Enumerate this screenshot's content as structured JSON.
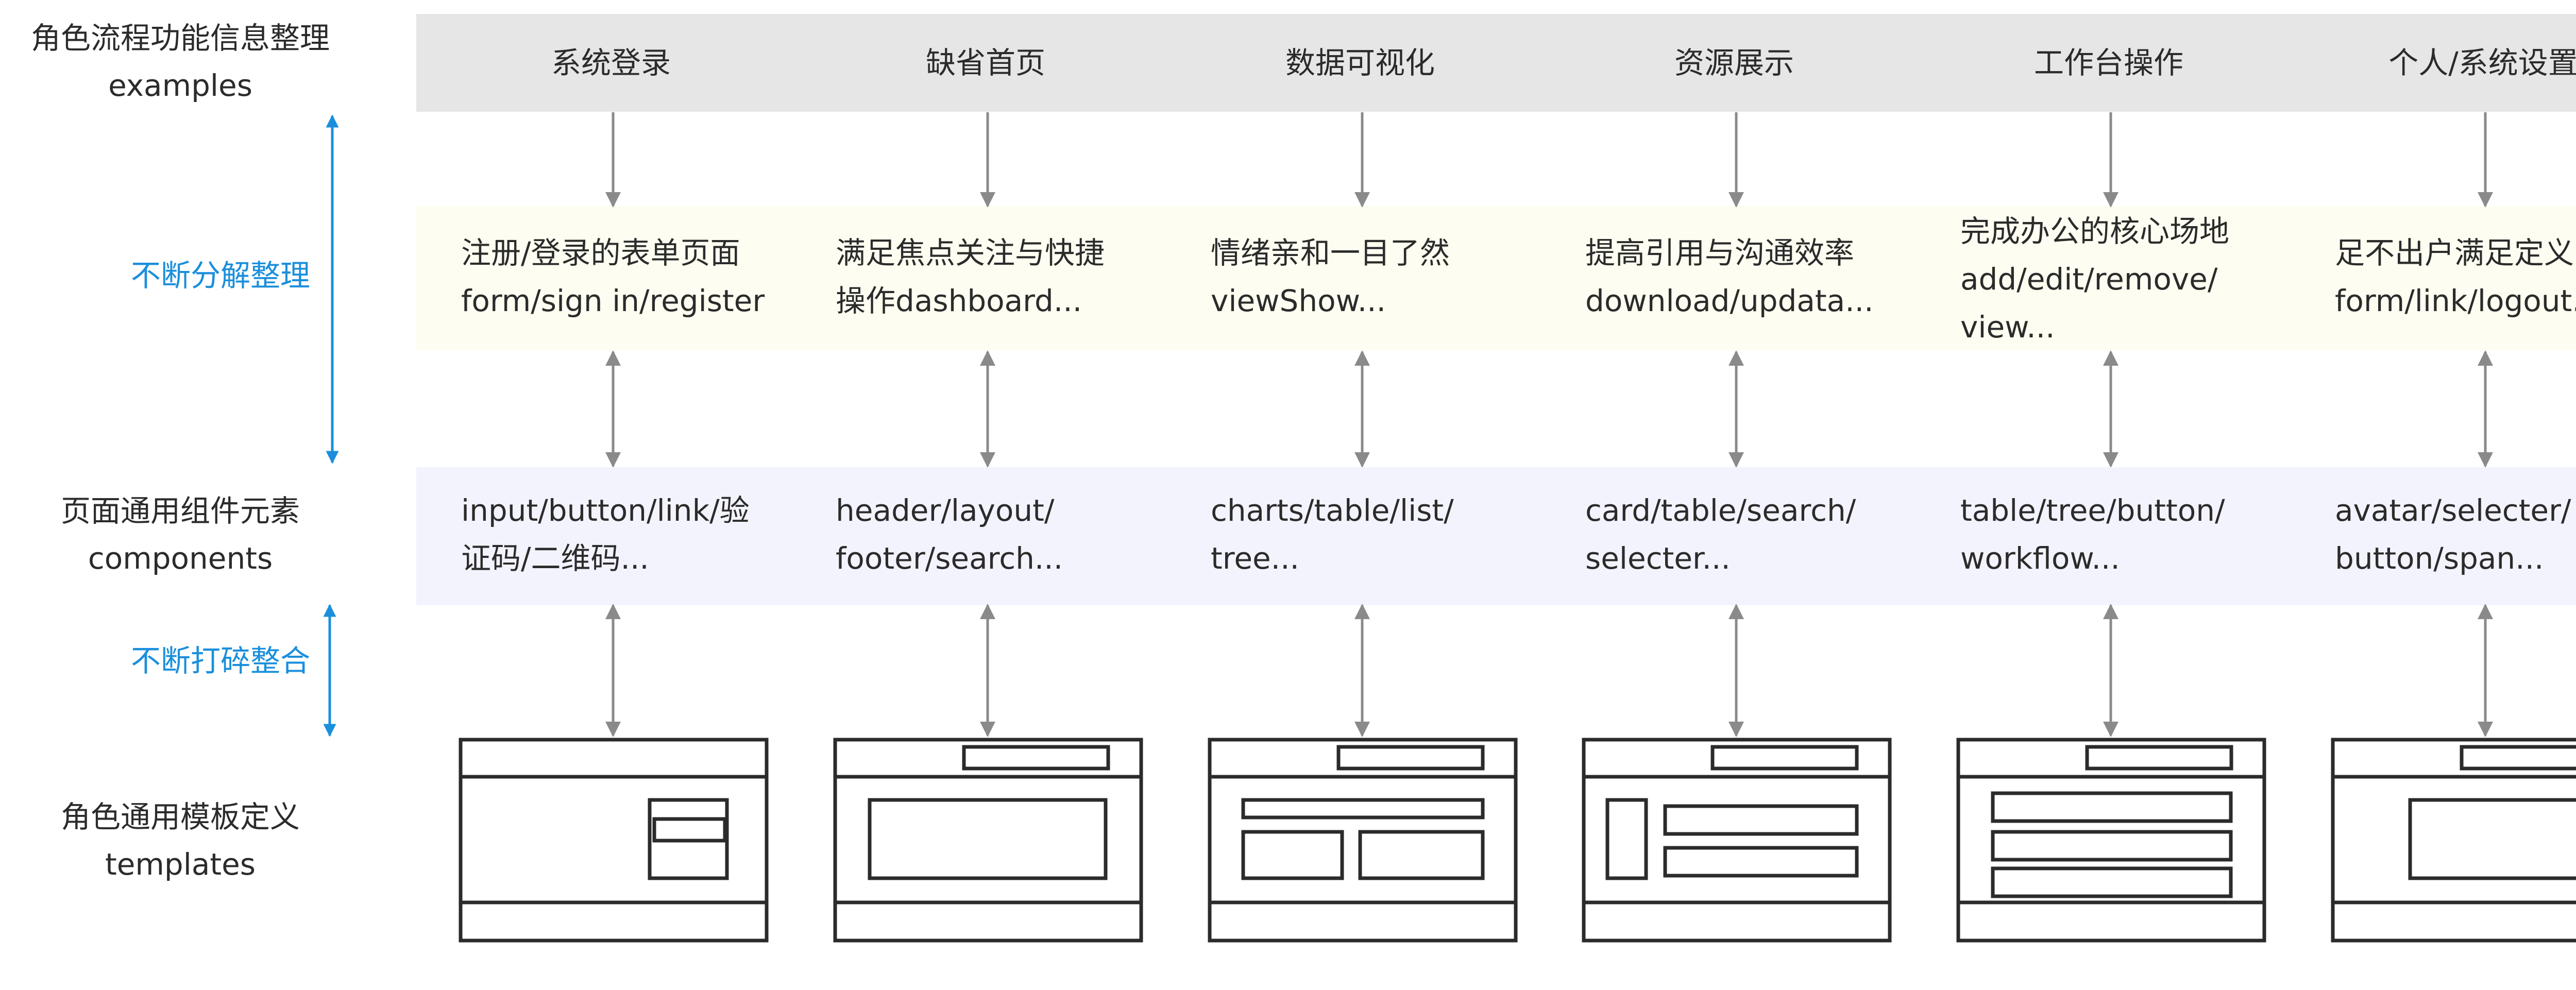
{
  "row_labels": {
    "examples": "角色流程功能信息整理\nexamples",
    "components": "页面通用组件元素\ncomponents",
    "templates": "角色通用模板定义\ntemplates"
  },
  "process_labels": {
    "decompose": "不断分解整理",
    "integrate": "不断打碎整合"
  },
  "columns": [
    {
      "title": "系统登录",
      "purpose": "注册/登录的表单页面\nform/sign in/register",
      "components": "input/button/link/验\n证码/二维码..."
    },
    {
      "title": "缺省首页",
      "purpose": "满足焦点关注与快捷\n操作dashboard...",
      "components": "header/layout/\nfooter/search..."
    },
    {
      "title": "数据可视化",
      "purpose": "情绪亲和一目了然\nviewShow...",
      "components": "charts/table/list/\ntree..."
    },
    {
      "title": "资源展示",
      "purpose": "提高引用与沟通效率\ndownload/updata...",
      "components": "card/table/search/\nselecter..."
    },
    {
      "title": "工作台操作",
      "purpose": "完成办公的核心场地\nadd/edit/remove/\nview...",
      "components": "table/tree/button/\nworkflow..."
    },
    {
      "title": "个人/系统设置",
      "purpose": "足不出户满足定义\nform/link/logout...",
      "components": "avatar/selecter/\nbutton/span..."
    }
  ],
  "colors": {
    "header_band": "#e6e6e6",
    "purpose_band": "#fdfdf1",
    "component_band": "#f3f3fe",
    "process_accent": "#1b8fdc",
    "connector": "#8a8a8a",
    "template_stroke": "#2b2b2b"
  }
}
